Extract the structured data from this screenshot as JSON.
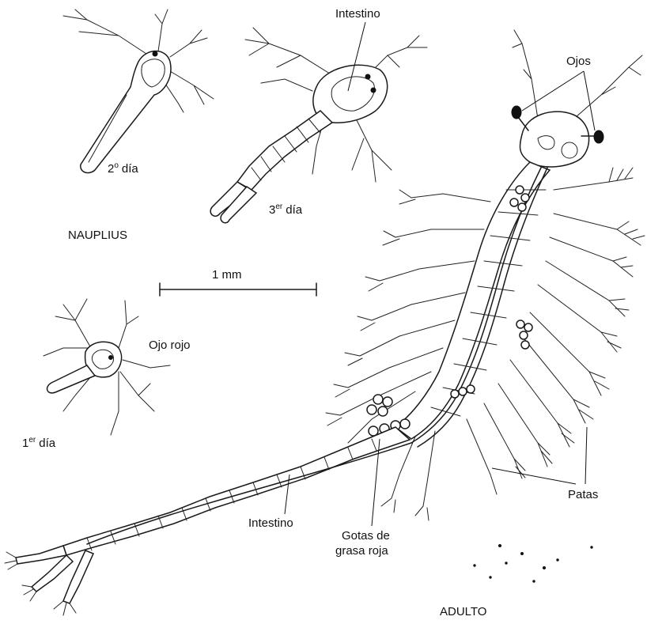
{
  "labels": {
    "nauplius": "NAUPLIUS",
    "day1": "1er día",
    "day1_num": "1",
    "day1_sup": "er",
    "day1_word": "día",
    "day2_num": "2",
    "day2_sup": "o",
    "day2_word": "día",
    "day3_num": "3",
    "day3_sup": "er",
    "day3_word": "día",
    "scale": "1 mm",
    "ojo_rojo": "Ojo rojo",
    "intestino_top": "Intestino",
    "ojos": "Ojos",
    "intestino_bottom": "Intestino",
    "gotas_line1": "Gotas de",
    "gotas_line2": "grasa roja",
    "patas": "Patas",
    "adulto": "ADULTO"
  }
}
